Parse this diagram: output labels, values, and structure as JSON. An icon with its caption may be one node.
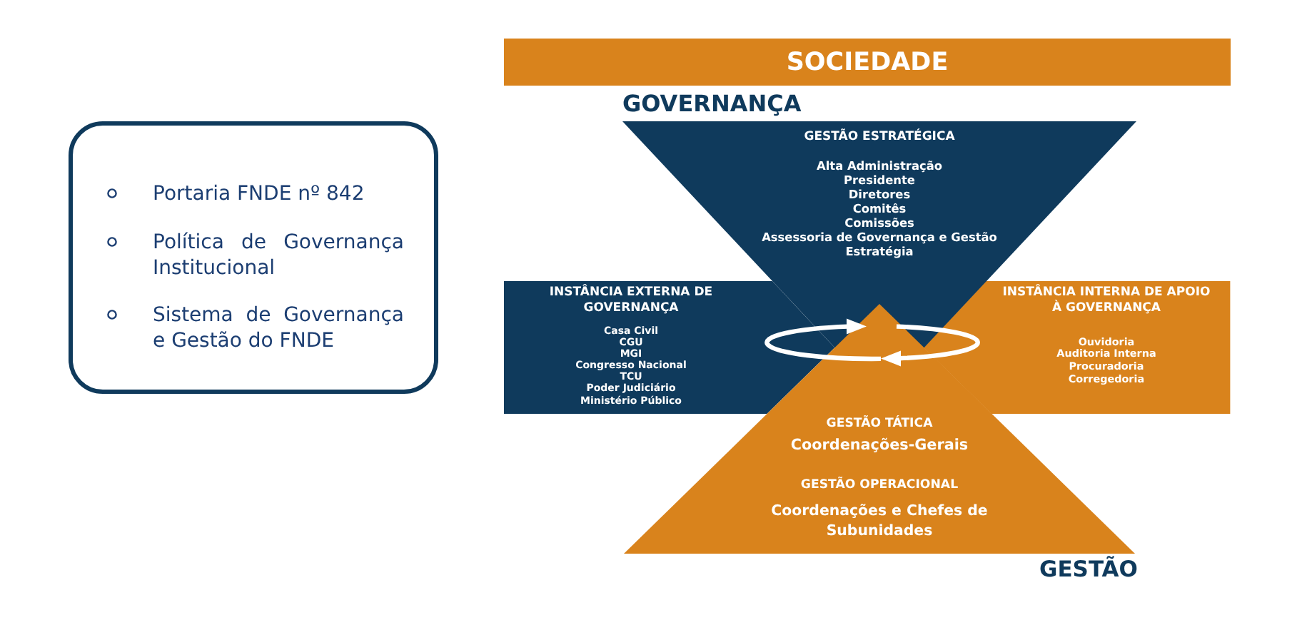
{
  "diagram": {
    "nodes": [
      {
        "text": [
          "Portaria FNDE nº 842",
          "Política de Governança Institucional",
          "Sistema de Governança e Gestão do FNDE"
        ]
      },
      {
        "text": [
          "SOCIEDADE"
        ]
      },
      {
        "text": [
          "GESTÃO ESTRATÉGICA",
          "Alta Administração",
          "Presidente",
          "Diretores",
          "Comitês",
          "Comissões",
          "Assessoria de Governança e Gestão Estratégia"
        ],
        "beside": [
          "GOVERNANÇA"
        ]
      },
      {
        "text": [
          "INSTÂNCIA EXTERNA DE GOVERNANÇA",
          "Casa Civil",
          "CGU",
          "MGI",
          "Congresso Nacional",
          "TCU",
          "Poder Judiciário",
          "Ministério Público"
        ]
      },
      {
        "text": [
          "INSTÂNCIA INTERNA DE APOIO À GOVERNANÇA",
          "Ouvidoria",
          "Auditoria Interna",
          "Procuradoria",
          "Corregedoria"
        ]
      },
      {
        "text": [
          "GESTÃO TÁTICA",
          "Coordenações-Gerais",
          "GESTÃO OPERACIONAL",
          "Coordenações e Chefes de Subunidades"
        ],
        "beside": [
          "GESTÃO"
        ]
      }
    ]
  }
}
